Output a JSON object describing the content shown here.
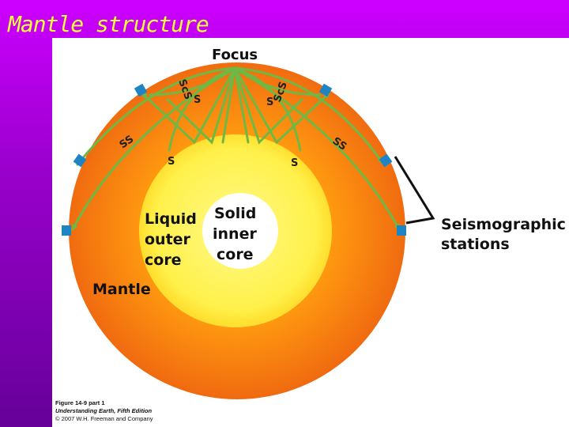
{
  "slide": {
    "title": "Mantle structure"
  },
  "diagram": {
    "focus_label": "Focus",
    "inner_core_label": [
      "Solid",
      "inner",
      "core"
    ],
    "outer_core_label": [
      "Liquid",
      "outer",
      "core"
    ],
    "mantle_label": "Mantle",
    "stations_label": [
      "Seismographic",
      "stations"
    ],
    "wave_labels": [
      "ScS",
      "S",
      "ScS",
      "S",
      "SS",
      "SS",
      "S",
      "S"
    ]
  },
  "caption": {
    "figure": "Figure 14-9 part 1",
    "book": "Understanding Earth, Fifth Edition",
    "copyright": "© 2007 W.H. Freeman and Company"
  }
}
